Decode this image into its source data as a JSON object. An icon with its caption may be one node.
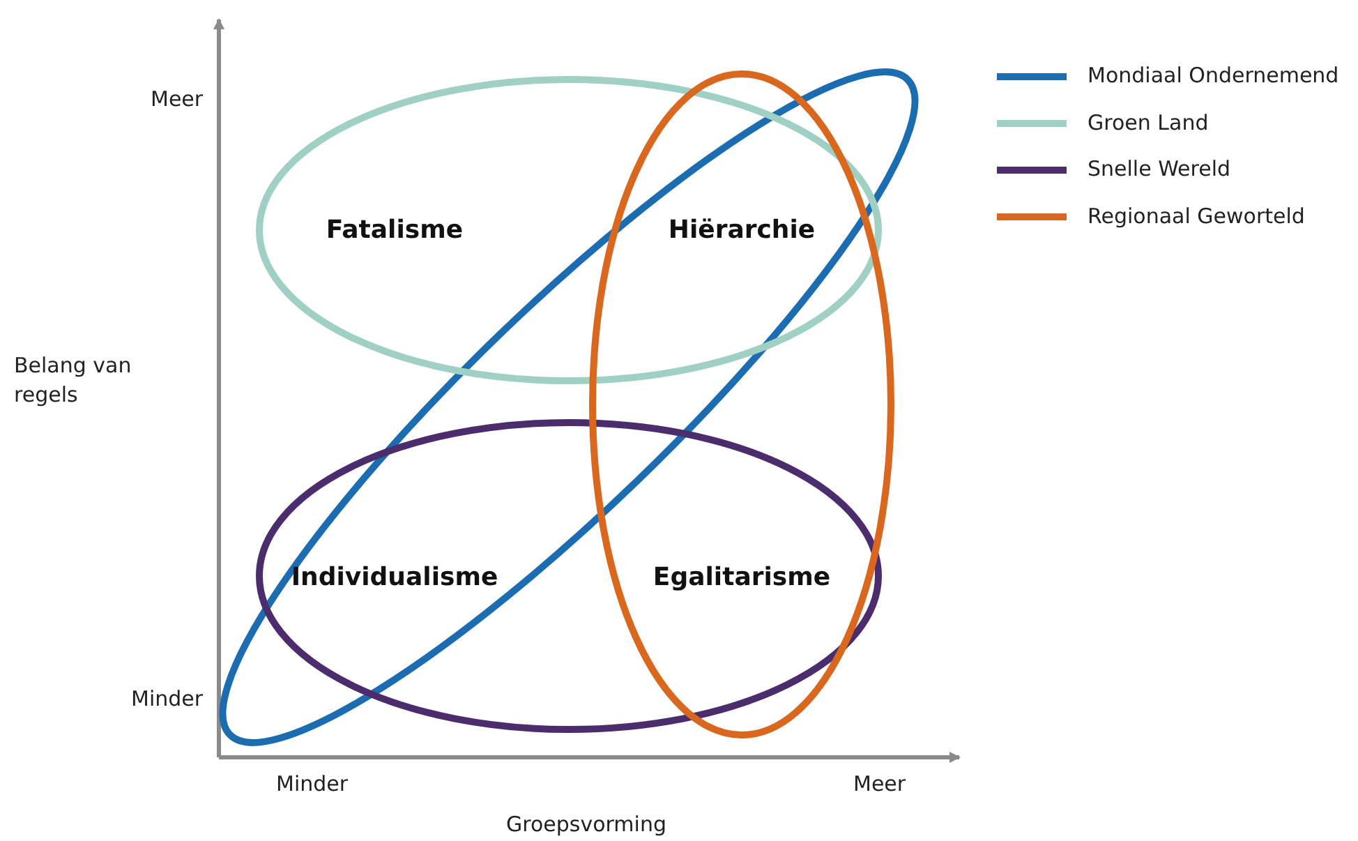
{
  "diagram": {
    "labels": [
      "Meer",
      "Fatalisme",
      "Hiërarchie",
      "Belang van regels",
      "Individualisme",
      "Egalitarisme",
      "Minder",
      "Minder",
      "Meer",
      "Groepsvorming"
    ],
    "legend": [
      {
        "text": "Mondiaal Ondernemend"
      },
      {
        "text": "Groen Land"
      },
      {
        "text": "Snelle Wereld"
      },
      {
        "text": "Regionaal Geworteld"
      }
    ]
  }
}
